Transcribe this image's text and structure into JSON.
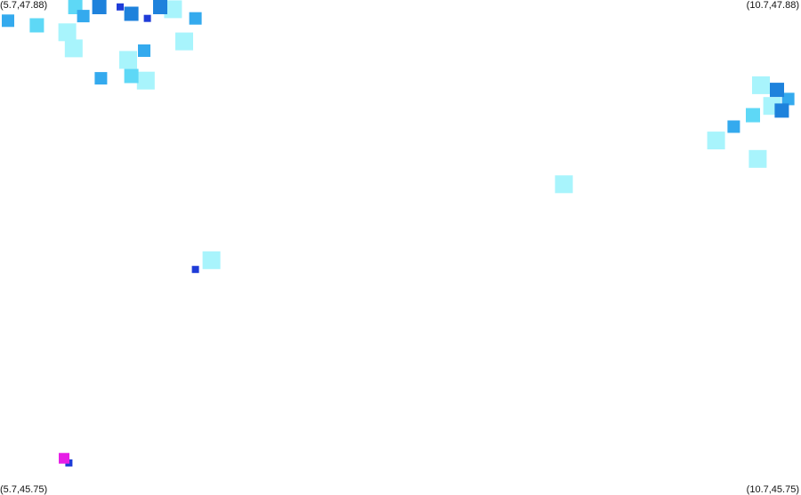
{
  "map": {
    "corner_labels": {
      "top_left": "(5.7,47.88)",
      "top_right": "(10.7,47.88)",
      "bottom_left": "(5.7,45.75)",
      "bottom_right": "(10.7,45.75)"
    },
    "bounds": {
      "lon_min": 5.7,
      "lon_max": 10.7,
      "lat_min": 45.75,
      "lat_max": 47.88
    },
    "colors": {
      "background": "#ffffff",
      "light_cyan": "#a8f4fc",
      "cyan": "#5ed8f6",
      "light_blue": "#34aaee",
      "mid_blue": "#1e82dc",
      "dark_blue": "#1f3cd8",
      "magenta": "#e61ee6"
    },
    "precipitation_cells": [
      {
        "lon": 6.17,
        "lat": 47.86,
        "level": "cyan"
      },
      {
        "lon": 6.22,
        "lat": 47.81,
        "level": "light_blue"
      },
      {
        "lon": 6.32,
        "lat": 47.85,
        "level": "mid_blue"
      },
      {
        "lon": 6.45,
        "lat": 47.85,
        "level": "dark_blue"
      },
      {
        "lon": 6.52,
        "lat": 47.82,
        "level": "mid_blue"
      },
      {
        "lon": 6.62,
        "lat": 47.8,
        "level": "dark_blue"
      },
      {
        "lon": 6.7,
        "lat": 47.86,
        "level": "mid_blue"
      },
      {
        "lon": 6.78,
        "lat": 47.84,
        "level": "light_cyan"
      },
      {
        "lon": 6.92,
        "lat": 47.8,
        "level": "light_blue"
      },
      {
        "lon": 5.75,
        "lat": 47.79,
        "level": "light_blue"
      },
      {
        "lon": 5.93,
        "lat": 47.77,
        "level": "cyan"
      },
      {
        "lon": 6.12,
        "lat": 47.74,
        "level": "light_cyan"
      },
      {
        "lon": 6.6,
        "lat": 47.66,
        "level": "light_blue"
      },
      {
        "lon": 6.85,
        "lat": 47.7,
        "level": "light_cyan"
      },
      {
        "lon": 6.16,
        "lat": 47.67,
        "level": "light_cyan"
      },
      {
        "lon": 6.5,
        "lat": 47.62,
        "level": "light_cyan"
      },
      {
        "lon": 6.52,
        "lat": 47.55,
        "level": "cyan"
      },
      {
        "lon": 6.61,
        "lat": 47.53,
        "level": "light_cyan"
      },
      {
        "lon": 6.33,
        "lat": 47.54,
        "level": "light_blue"
      },
      {
        "lon": 10.45,
        "lat": 47.51,
        "level": "light_cyan"
      },
      {
        "lon": 10.55,
        "lat": 47.49,
        "level": "mid_blue"
      },
      {
        "lon": 10.62,
        "lat": 47.45,
        "level": "light_blue"
      },
      {
        "lon": 10.52,
        "lat": 47.42,
        "level": "light_cyan"
      },
      {
        "lon": 10.58,
        "lat": 47.4,
        "level": "mid_blue"
      },
      {
        "lon": 10.4,
        "lat": 47.38,
        "level": "cyan"
      },
      {
        "lon": 10.28,
        "lat": 47.33,
        "level": "light_blue"
      },
      {
        "lon": 10.17,
        "lat": 47.27,
        "level": "light_cyan"
      },
      {
        "lon": 10.43,
        "lat": 47.19,
        "level": "light_cyan"
      },
      {
        "lon": 9.22,
        "lat": 47.08,
        "level": "light_cyan"
      },
      {
        "lon": 7.02,
        "lat": 46.75,
        "level": "light_cyan"
      },
      {
        "lon": 6.92,
        "lat": 46.71,
        "level": "dark_blue"
      },
      {
        "lon": 6.1,
        "lat": 45.89,
        "level": "magenta"
      },
      {
        "lon": 6.13,
        "lat": 45.87,
        "level": "dark_blue"
      }
    ]
  }
}
